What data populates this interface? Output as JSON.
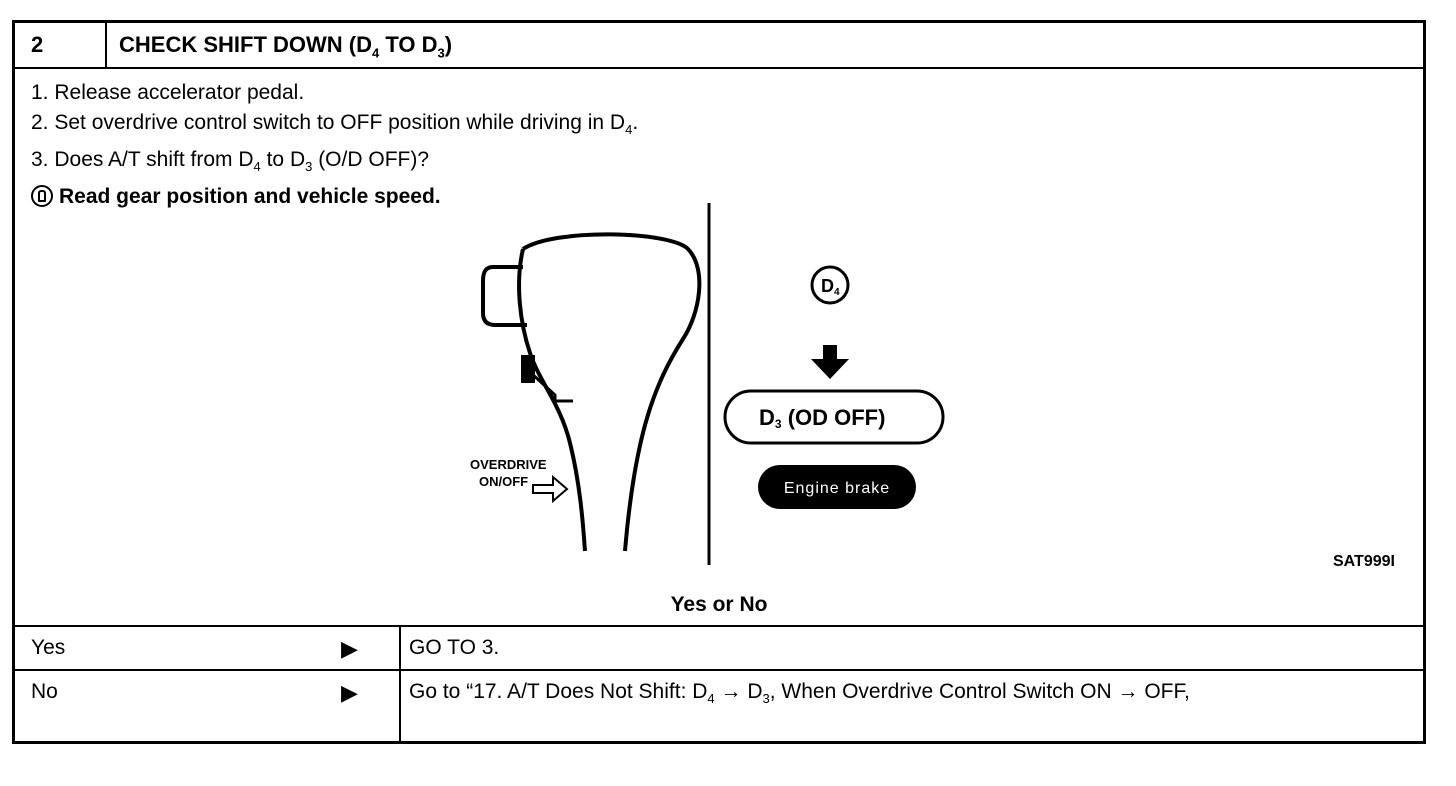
{
  "header": {
    "step_number": "2",
    "title_main": "CHECK SHIFT DOWN (D",
    "title_sub1": "4",
    "title_mid": " TO D",
    "title_sub2": "3",
    "title_end": ")"
  },
  "steps": {
    "s1": "1.  Release accelerator pedal.",
    "s2_main": "2.  Set overdrive control switch to OFF position while driving in D",
    "s2_sub": "4",
    "s2_end": ".",
    "s3_a": "3.  Does A/T shift from D",
    "s3_sub1": "4",
    "s3_b": " to D",
    "s3_sub2": "3",
    "s3_c": " (O/D OFF)?",
    "note_icon": "consult-icon",
    "note": "Read gear position and vehicle speed."
  },
  "figure": {
    "switch_label_1": "OVERDRIVE",
    "switch_label_2": "ON/OFF",
    "d4_label": "D",
    "d4_sub": "4",
    "d3_label": "D",
    "d3_sub": "3",
    "d3_suffix": " (OD OFF)",
    "engine_brake": "Engine brake",
    "figure_id": "SAT999I"
  },
  "yes_or_no": "Yes or No",
  "rows": {
    "yes": {
      "label": "Yes",
      "arrow": "▶",
      "action": "GO TO 3."
    },
    "no": {
      "label": "No",
      "arrow": "▶",
      "action_a": "Go to “17. A/T Does Not Shift: D",
      "action_sub1": "4",
      "action_b": " → D",
      "action_sub2": "3",
      "action_c": ", When Overdrive Control Switch ON → OFF,"
    }
  }
}
